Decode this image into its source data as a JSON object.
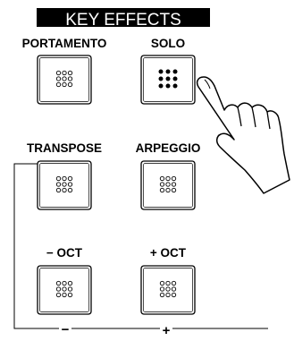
{
  "header": {
    "title": "KEY EFFECTS"
  },
  "buttons": [
    {
      "id": "portamento",
      "label": "PORTAMENTO",
      "led": "off"
    },
    {
      "id": "solo",
      "label": "SOLO",
      "led": "on"
    },
    {
      "id": "transpose",
      "label": "TRANSPOSE",
      "led": "off"
    },
    {
      "id": "arpeggio",
      "label": "ARPEGGIO",
      "led": "off"
    },
    {
      "id": "octave-down",
      "label": "− OCT",
      "led": "off"
    },
    {
      "id": "octave-up",
      "label": "+ OCT",
      "led": "off"
    }
  ],
  "octave_bracket": {
    "minus_label": "−",
    "plus_label": "+"
  },
  "icons": {
    "hand": "pointing-hand-icon",
    "led": "led-dot-grid-icon"
  },
  "colors": {
    "header_bg": "#000000",
    "header_text": "#ffffff",
    "ink": "#000000",
    "paper": "#ffffff"
  }
}
